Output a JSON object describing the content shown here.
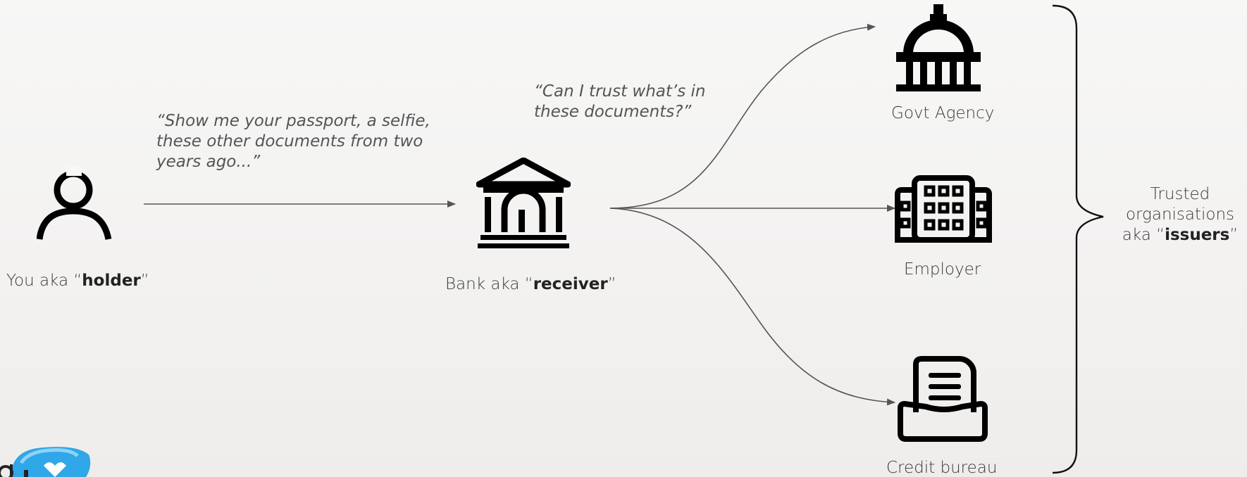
{
  "actors": {
    "holder": {
      "prefix": "You aka “",
      "name": "holder",
      "suffix": "”"
    },
    "receiver": {
      "prefix": "Bank aka “",
      "name": "receiver",
      "suffix": "”"
    }
  },
  "quotes": {
    "holder_request": [
      "“Show me your passport, a selfie,",
      "these other documents from two",
      "years ago...”"
    ],
    "receiver_question": [
      "“Can I trust what’s in",
      "these documents?”"
    ]
  },
  "issuers": {
    "govt": "Govt Agency",
    "employer": "Employer",
    "credit": "Credit bureau",
    "group": {
      "line1": "Trusted",
      "line2": "organisations",
      "line3_prefix": "aka “",
      "line3_bold": "issuers",
      "line3_suffix": "”"
    }
  },
  "colors": {
    "ink": "#000000",
    "edge": "#555555",
    "logo_blue": "#2fa7e8"
  },
  "icons": [
    "person-icon",
    "bank-icon",
    "government-building-icon",
    "office-building-icon",
    "credit-report-icon",
    "logo-icon"
  ]
}
